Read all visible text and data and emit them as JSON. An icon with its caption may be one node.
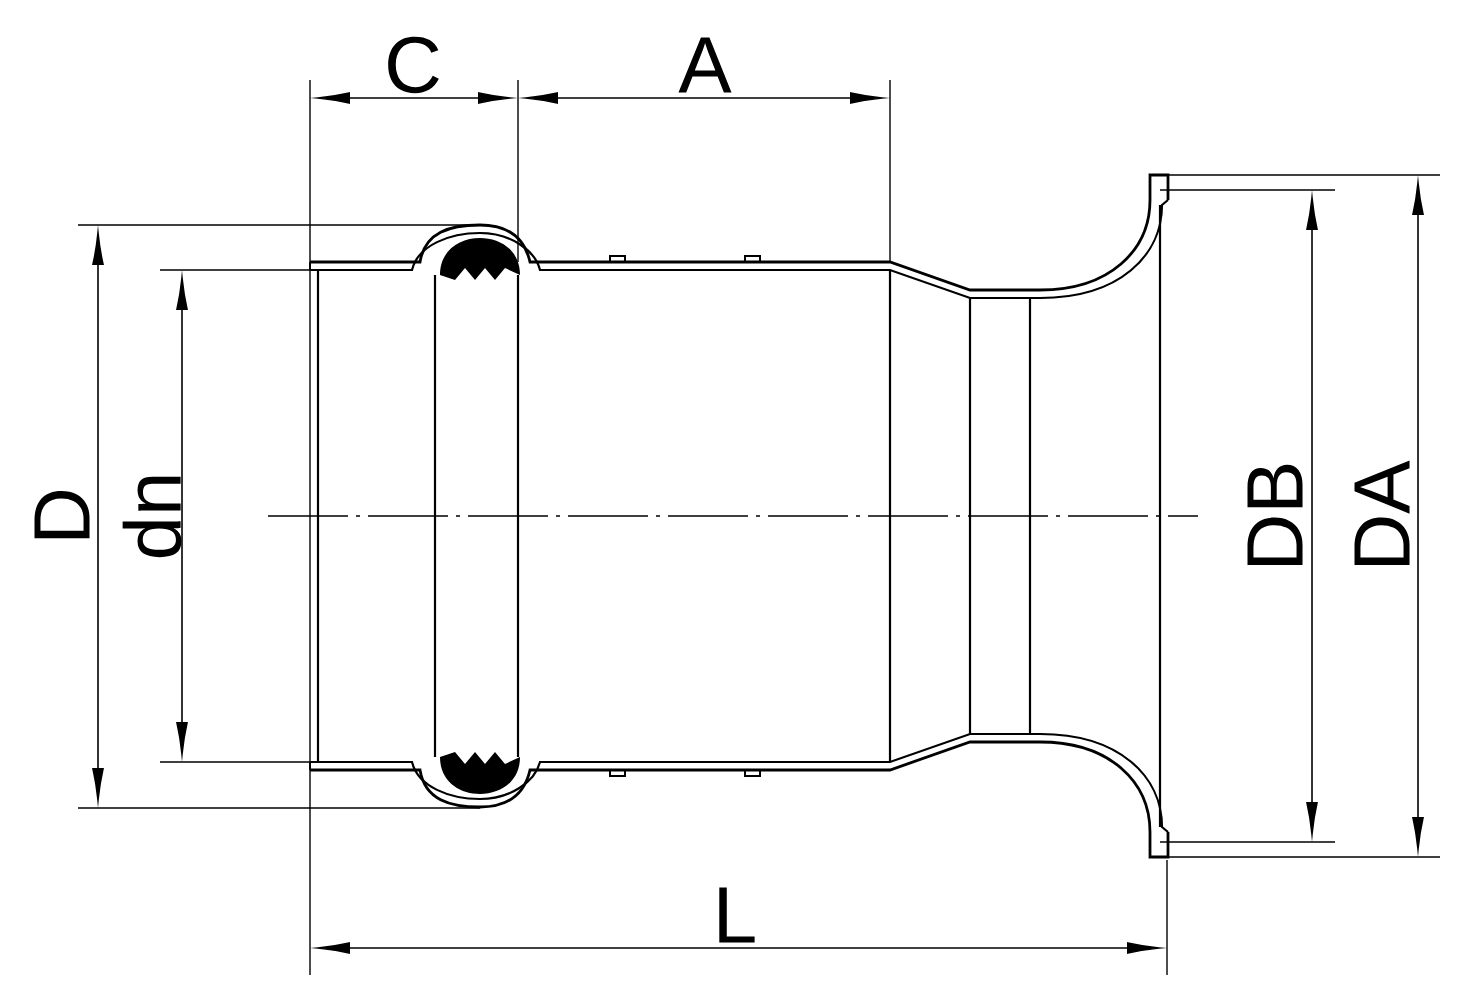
{
  "diagram": {
    "labels": [
      "C",
      "A",
      "D",
      "dn",
      "DB",
      "DA",
      "L"
    ]
  }
}
